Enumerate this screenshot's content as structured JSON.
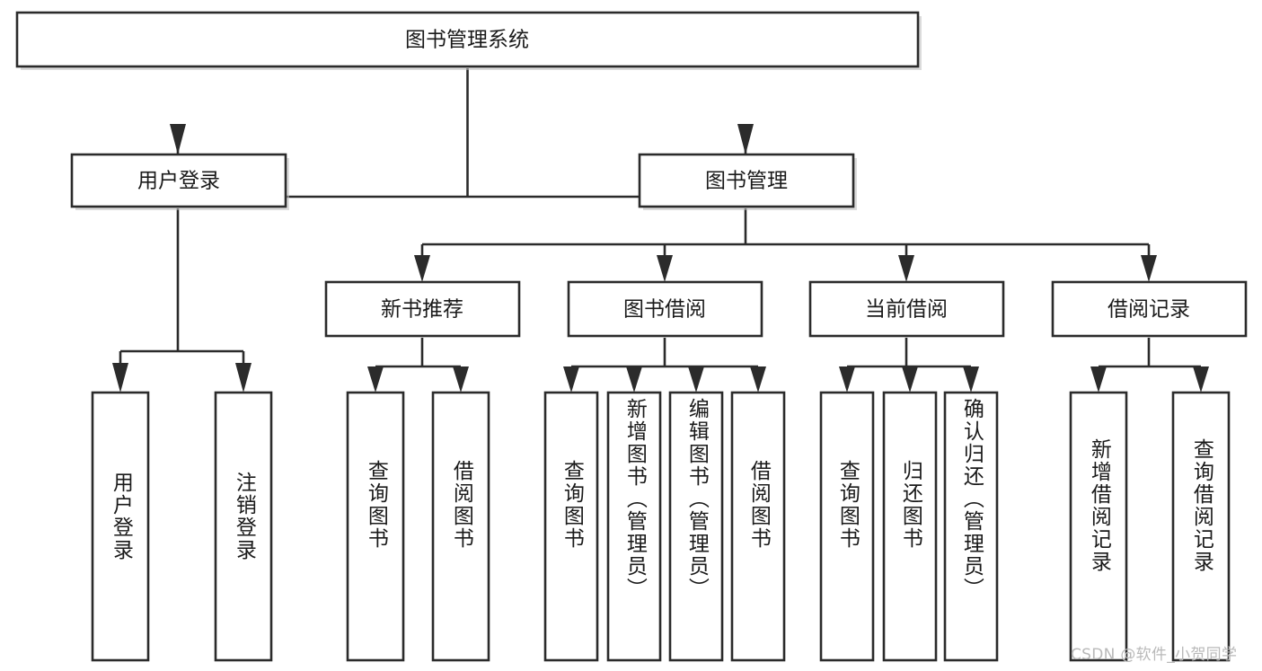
{
  "diagram": {
    "title": "图书管理系统",
    "type": "tree",
    "orientation": "top-down",
    "colors": {
      "box_fill": "#ffffff",
      "box_stroke": "#2b2b2b",
      "text": "#1a1a1a",
      "watermark": "#b9b9b9",
      "background": "#ffffff"
    }
  },
  "root": {
    "id": "root",
    "label": "图书管理系统",
    "orientation": "horizontal"
  },
  "level1": [
    {
      "id": "user-login",
      "label": "用户登录",
      "orientation": "horizontal"
    },
    {
      "id": "book-manage",
      "label": "图书管理",
      "orientation": "horizontal"
    }
  ],
  "level2": [
    {
      "id": "new-book-recommend",
      "label": "新书推荐",
      "parent": "book-manage",
      "orientation": "horizontal"
    },
    {
      "id": "book-borrow",
      "label": "图书借阅",
      "parent": "book-manage",
      "orientation": "horizontal"
    },
    {
      "id": "current-borrow",
      "label": "当前借阅",
      "parent": "book-manage",
      "orientation": "horizontal"
    },
    {
      "id": "borrow-record",
      "label": "借阅记录",
      "parent": "book-manage",
      "orientation": "horizontal"
    }
  ],
  "leaves": [
    {
      "id": "leaf-user-login",
      "label": "用户登录",
      "parent": "user-login",
      "orientation": "vertical"
    },
    {
      "id": "leaf-logout",
      "label": "注销登录",
      "parent": "user-login",
      "orientation": "vertical"
    },
    {
      "id": "leaf-query-book-1",
      "label": "查询图书",
      "parent": "new-book-recommend",
      "orientation": "vertical"
    },
    {
      "id": "leaf-borrow-book-1",
      "label": "借阅图书",
      "parent": "new-book-recommend",
      "orientation": "vertical"
    },
    {
      "id": "leaf-query-book-2",
      "label": "查询图书",
      "parent": "book-borrow",
      "orientation": "vertical"
    },
    {
      "id": "leaf-add-book",
      "label": "新增图书（管理员）",
      "parent": "book-borrow",
      "orientation": "vertical"
    },
    {
      "id": "leaf-edit-book",
      "label": "编辑图书（管理员）",
      "parent": "book-borrow",
      "orientation": "vertical"
    },
    {
      "id": "leaf-borrow-book-2",
      "label": "借阅图书",
      "parent": "book-borrow",
      "orientation": "vertical"
    },
    {
      "id": "leaf-query-book-3",
      "label": "查询图书",
      "parent": "current-borrow",
      "orientation": "vertical"
    },
    {
      "id": "leaf-return-book",
      "label": "归还图书",
      "parent": "current-borrow",
      "orientation": "vertical"
    },
    {
      "id": "leaf-confirm-return",
      "label": "确认归还（管理员）",
      "parent": "current-borrow",
      "orientation": "vertical"
    },
    {
      "id": "leaf-add-record",
      "label": "新增借阅记录",
      "parent": "borrow-record",
      "orientation": "vertical"
    },
    {
      "id": "leaf-query-record",
      "label": "查询借阅记录",
      "parent": "borrow-record",
      "orientation": "vertical"
    }
  ],
  "watermark": {
    "text": "CSDN @软件_小贺同学"
  }
}
